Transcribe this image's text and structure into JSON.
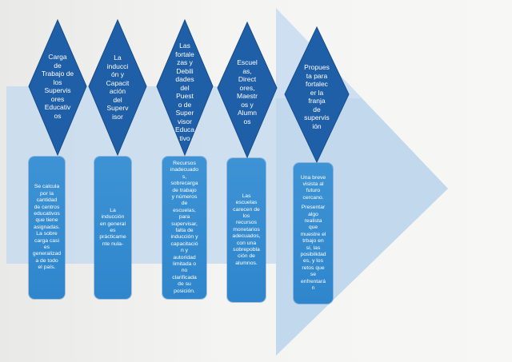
{
  "colors": {
    "diamond": "#1f5fa8",
    "diamond_edge": "#174d8c",
    "box": "#3a90d2",
    "arrow_band": "#c9dcef",
    "arrow_head": "#bcd4ec"
  },
  "steps": [
    {
      "diamond": "Carga\nde\nTrabajo de\nlos\nSupervis\nores\nEducativ\nos",
      "box": [
        "Se calcula\npor la\ncantidad\nde centros\neducativos\nque tiene\nasignadas.\nLa sobre\ncarga casi\nes\ngeneralizad\na de todo\nel país."
      ]
    },
    {
      "diamond": "La\ninducci\nón y\nCapacit\nación\ndel\nSuperv\nisor",
      "box": [
        "La\ninducción\nen general\nes\nprácticame\nnte nula-"
      ]
    },
    {
      "diamond": "Las\nfortale\nzas y\nDebili\ndades\ndel\nPuest\no de\nSuper\nvisor\nEduca\ntivo",
      "box": [
        "Recursos\ninadecuado\ns,\nsobrecarga\nde trabajo\ny números\nde\nescuelas,\npara\nsupervisar,\nfalta de\ninducción y\ncapacitació\nn y\nautoridad\nlimitada o\nno\nclarificada\nde su\nposición."
      ]
    },
    {
      "diamond": "Escuel\nas,\nDirect\nores,\nMaestr\nos y\nAlumn\nos",
      "box": [
        "Las\nescuelas\ncarecen de\nlos\nrecursos\nmonetarios\nadecuados,\ncon una\nsobrepobla\nción de\nalumnos."
      ]
    },
    {
      "diamond": "Propues\nta para\nfortalec\ner la\nfranja\nde\nsupervis\nión",
      "box": [
        "Una breve\nvisista al\nfuturo\ncercano.",
        "Presentar\nalgo\nrealista\nque\nmuestre el\ntrbajo en\nsí, las\nposibilidad\nes, y los\nretos  que\nse\nenfrentará\nn"
      ]
    }
  ]
}
